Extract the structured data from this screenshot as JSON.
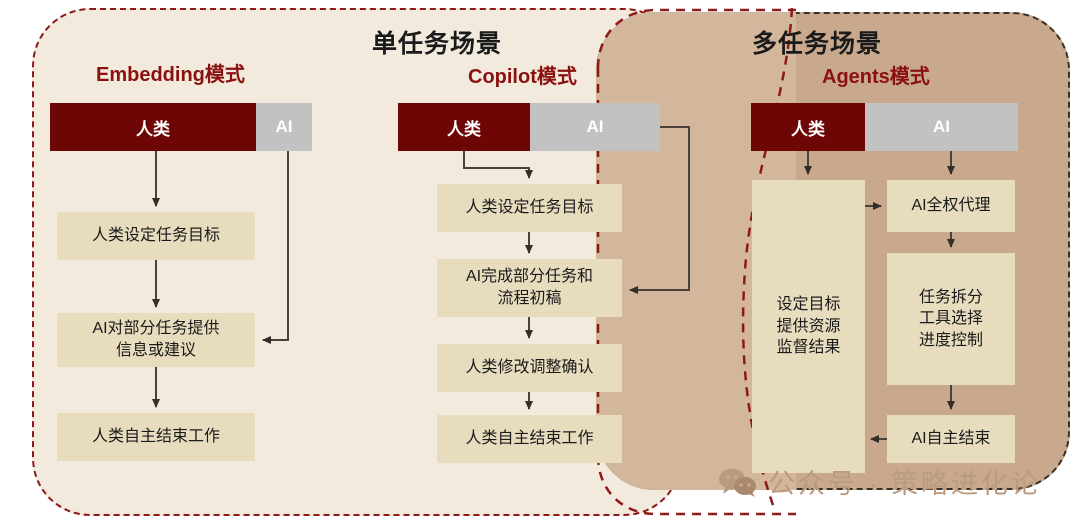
{
  "scenarios": [
    {
      "id": "single",
      "label": "单任务场景"
    },
    {
      "id": "multi",
      "label": "多任务场景"
    }
  ],
  "modes": [
    {
      "id": "embedding",
      "title": "Embedding模式",
      "bar": {
        "human": "人类",
        "ai": "AI"
      },
      "steps": [
        "人类设定任务目标",
        "AI对部分任务提供\n信息或建议",
        "人类自主结束工作"
      ]
    },
    {
      "id": "copilot",
      "title": "Copilot模式",
      "bar": {
        "human": "人类",
        "ai": "AI"
      },
      "steps": [
        "人类设定任务目标",
        "AI完成部分任务和\n流程初稿",
        "人类修改调整确认",
        "人类自主结束工作"
      ]
    },
    {
      "id": "agents",
      "title": "Agents模式",
      "bar": {
        "human": "人类",
        "ai": "AI"
      },
      "human_panel": "设定目标\n提供资源\n监督结果",
      "steps": [
        "AI全权代理",
        "任务拆分\n工具选择\n进度控制",
        "AI自主结束"
      ]
    }
  ],
  "watermark": {
    "text": "公众号 · 策略进化论",
    "icon": "wechat-icon"
  },
  "colors": {
    "panel_single_bg": "#F2EADC",
    "panel_single_border": "#8E1919",
    "panel_multi_bg": "#C9A98D",
    "panel_multi_border": "#3B3026",
    "panel_overlap_bg": "#D3B79C",
    "human_bar": "#6E0606",
    "ai_bar": "#C2C2C2",
    "box_fill": "#E7DCBE",
    "mode_title": "#8B1111",
    "scenario_title": "#1A1A1A",
    "connector": "#4A423A",
    "watermark": "#B99B80"
  }
}
